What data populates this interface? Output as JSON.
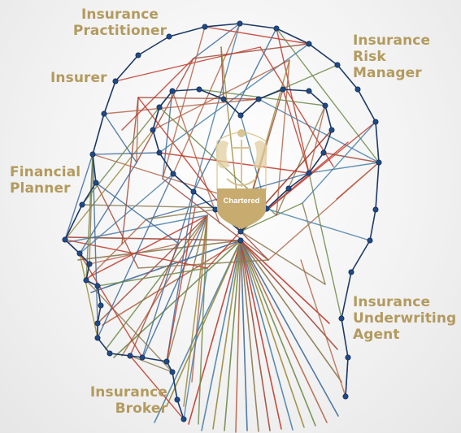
{
  "labels": {
    "practitioner": "Insurance\nPractitioner",
    "risk_manager": "Insurance\nRisk Manager",
    "insurer": "Insurer",
    "financial_planner": "Financial\nPlanner",
    "underwriting_agent": "Insurance\nUnderwriting\nAgent",
    "broker": "Insurance\nBroker"
  },
  "crest_text": "Chartered",
  "colors": {
    "label_gold": "#b39a5e",
    "outline_navy": "#1d3a66",
    "node_navy": "#1f4a86",
    "thread_palette": [
      "#c0392b",
      "#4a7fa8",
      "#9a8a3a",
      "#6f8a4a",
      "#b5674a",
      "#3f6b9a",
      "#8a7a50",
      "#a04a3a"
    ],
    "crest_gold": "#c8ab6e"
  }
}
